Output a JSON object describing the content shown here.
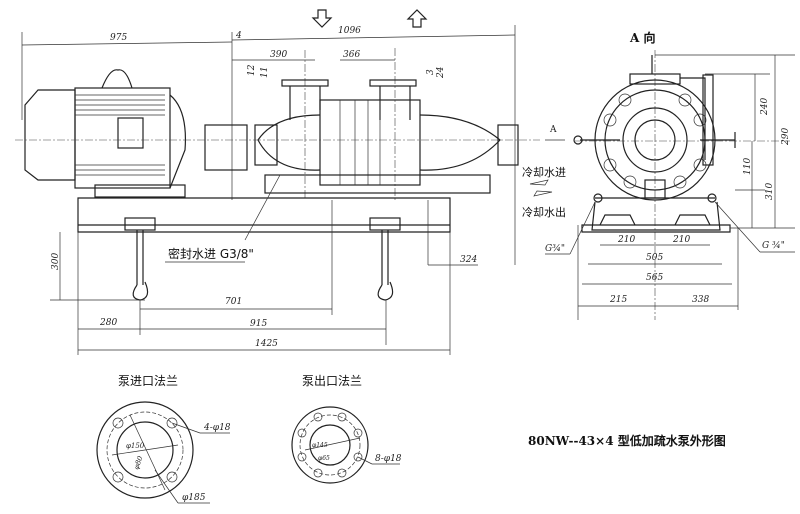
{
  "title": "80NW--43×4 型低加疏水泵外形图",
  "side_view": {
    "dimensions": {
      "d975": "975",
      "d4": "4",
      "d1096": "1096",
      "d390": "390",
      "d366": "366",
      "d12": "12",
      "d11": "11",
      "d3": "3",
      "d24": "24",
      "d300": "300",
      "d324": "324",
      "d701": "701",
      "d280": "280",
      "d915": "915",
      "d1425": "1425"
    },
    "seal_water_label": "密封水进 G3/8\""
  },
  "front_view": {
    "view_label": "A 向",
    "section_label": "A",
    "cooling_in": "冷却水进",
    "cooling_out": "冷却水出",
    "pipe_left": "G¾\"",
    "pipe_right": "G ¾\"",
    "dimensions": {
      "d290": "290",
      "d240": "240",
      "d110": "110",
      "d310": "310",
      "d210a": "210",
      "d210b": "210",
      "d505": "505",
      "d565": "565",
      "d215": "215",
      "d338": "338"
    }
  },
  "inlet_flange": {
    "label": "泵进口法兰",
    "holes": "4-φ18",
    "outer": "φ185",
    "bolt_circle": "φ150",
    "bore": "φ80"
  },
  "outlet_flange": {
    "label": "泵出口法兰",
    "holes": "8-φ18",
    "bolt_circle": "φ145",
    "bore": "φ65"
  }
}
